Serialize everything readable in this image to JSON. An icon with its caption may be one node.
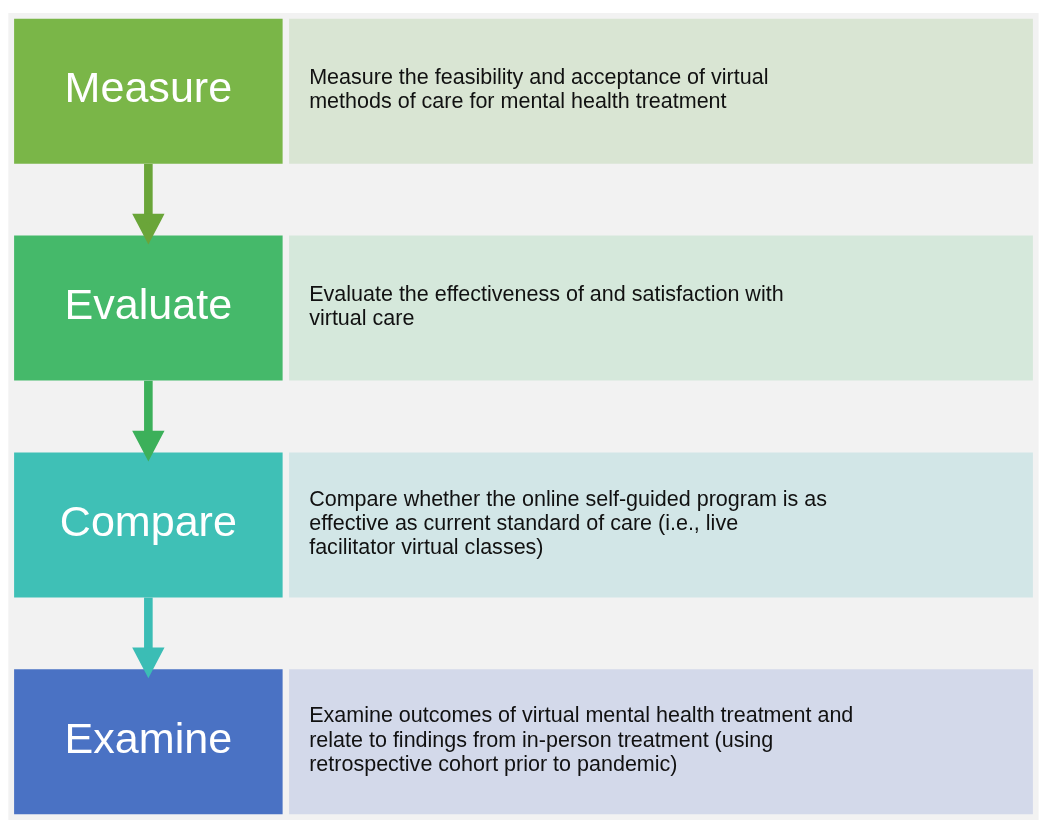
{
  "diagram": {
    "nodes": [
      {
        "text": [
          "Measure"
        ]
      },
      {
        "text": [
          "Measure the feasibility and acceptance of virtual methods of care for mental health treatment"
        ]
      },
      {
        "text": [
          "Evaluate"
        ]
      },
      {
        "text": [
          "Evaluate the effectiveness of and satisfaction with virtual care"
        ]
      },
      {
        "text": [
          "Compare"
        ]
      },
      {
        "text": [
          "Compare whether the online self-guided program is as effective as current standard of care (i.e., live facilitator virtual classes)"
        ]
      },
      {
        "text": [
          "Examine"
        ]
      },
      {
        "text": [
          "Examine outcomes of virtual mental health treatment and relate to findings from in-person treatment (using retrospective cohort prior to pandemic)"
        ]
      }
    ],
    "edges": [
      {
        "from": 0,
        "to": 2,
        "arrow": "to",
        "color": "#6aa539"
      },
      {
        "from": 2,
        "to": 4,
        "arrow": "to",
        "color": "#3cb05a"
      },
      {
        "from": 4,
        "to": 6,
        "arrow": "to",
        "color": "#3bbdb5"
      }
    ]
  }
}
